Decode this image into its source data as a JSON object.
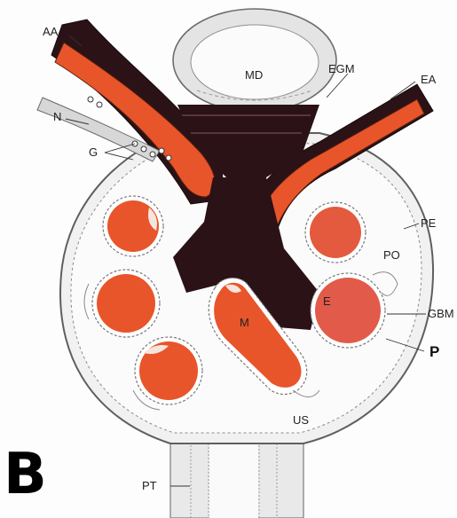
{
  "panel_letter": "B",
  "labels": {
    "aa": "AA",
    "md": "MD",
    "egm": "EGM",
    "ea": "EA",
    "n": "N",
    "g": "G",
    "pe": "PE",
    "po": "PO",
    "e": "E",
    "m": "M",
    "gbm": "GBM",
    "p": "P",
    "us": "US",
    "pt": "PT"
  },
  "colors": {
    "capillary": "#e8552a",
    "erythrocyte": "#f4e6dc",
    "mesangium": "#2a1216",
    "capsule_fill": "#f1f1f1",
    "outline": "#6a6a6a",
    "podocyte_line": "#8a8a8a",
    "tubule": "#e9e9e9"
  }
}
